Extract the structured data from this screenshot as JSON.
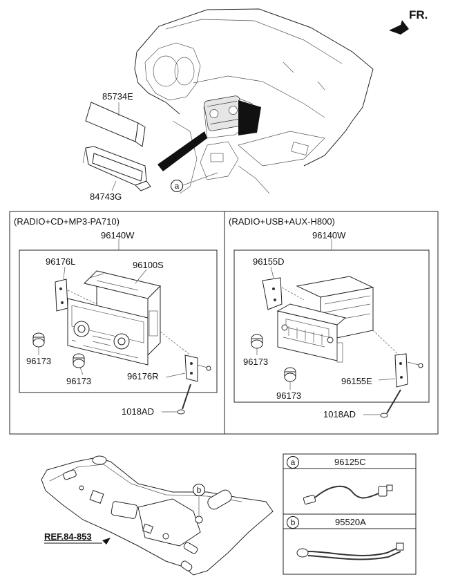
{
  "header": {
    "fr_label": "FR."
  },
  "top": {
    "part_85734E": "85734E",
    "part_84743G": "84743G",
    "callout_a": "a"
  },
  "left_panel": {
    "title": "(RADIO+CD+MP3-PA710)",
    "assembly": "96140W",
    "bracket_left": "96176L",
    "radio_unit": "96100S",
    "knob_1": "96173",
    "knob_2": "96173",
    "bracket_right": "96176R",
    "screw": "1018AD"
  },
  "right_panel": {
    "title": "(RADIO+USB+AUX-H800)",
    "assembly": "96140W",
    "bracket_left": "96155D",
    "knob_1": "96173",
    "knob_2": "96173",
    "bracket_right": "96155E",
    "screw": "1018AD"
  },
  "bottom": {
    "ref_label": "REF.84-853",
    "callout_b": "b"
  },
  "legend": {
    "a_letter": "a",
    "a_part": "96125C",
    "b_letter": "b",
    "b_part": "95520A"
  }
}
